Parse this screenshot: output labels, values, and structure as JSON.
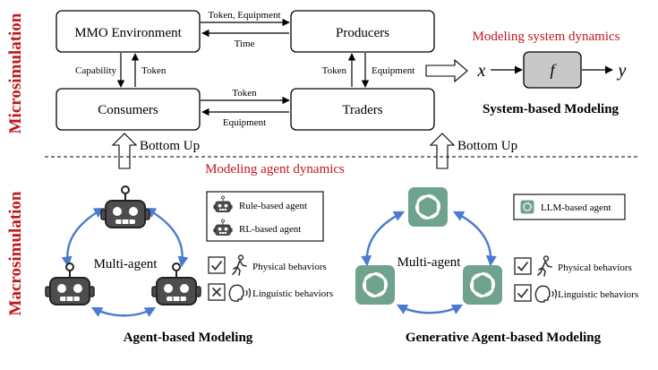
{
  "side_labels": {
    "micro": "Microsimulation",
    "macro": "Macrosimulation"
  },
  "micro": {
    "boxes": {
      "mmo": "MMO Environment",
      "producers": "Producers",
      "consumers": "Consumers",
      "traders": "Traders"
    },
    "edges": {
      "mmo_to_producers": "Token, Equipment",
      "producers_to_mmo": "Time",
      "mmo_to_consumers": "Capability",
      "consumers_to_mmo": "Token",
      "consumers_to_traders": "Token",
      "traders_to_consumers": "Equipment",
      "traders_to_producers": "Token",
      "producers_to_traders": "Equipment"
    },
    "system": {
      "heading": "Modeling system dynamics",
      "input": "x",
      "function": "f",
      "output": "y",
      "title": "System-based Modeling"
    }
  },
  "bottom_up": {
    "left": "Bottom Up",
    "right": "Bottom Up"
  },
  "divider_label": "Modeling agent dynamics",
  "macro": {
    "abm": {
      "center": "Multi-agent",
      "legend": {
        "rule": "Rule-based agent",
        "rl": "RL-based agent"
      },
      "behaviors": {
        "physical": "Physical behaviors",
        "linguistic": "Linguistic behaviors"
      },
      "title": "Agent-based Modeling"
    },
    "gabm": {
      "center": "Multi-agent",
      "legend": {
        "llm": "LLM-based agent"
      },
      "behaviors": {
        "physical": "Physical behaviors",
        "linguistic": "Linguistic behaviors"
      },
      "title": "Generative Agent-based Modeling"
    }
  },
  "colors": {
    "side_label": "#c0171b",
    "heading": "#c0171b",
    "arc": "#4a7bd0",
    "llm_tile": "#6fa38e",
    "function_box": "#c8c8c8"
  }
}
